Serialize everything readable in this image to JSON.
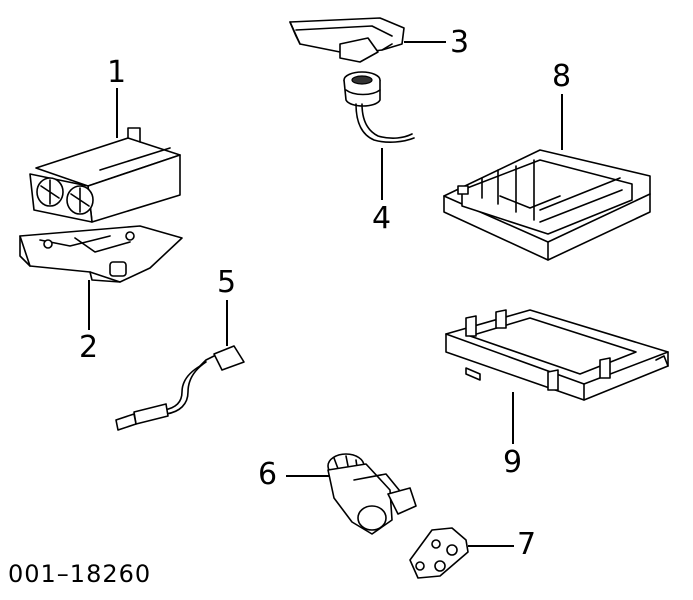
{
  "diagram": {
    "callouts": {
      "c1": "1",
      "c2": "2",
      "c3": "3",
      "c4": "4",
      "c5": "5",
      "c6": "6",
      "c7": "7",
      "c8": "8",
      "c9": "9"
    },
    "code": "001–18260"
  }
}
